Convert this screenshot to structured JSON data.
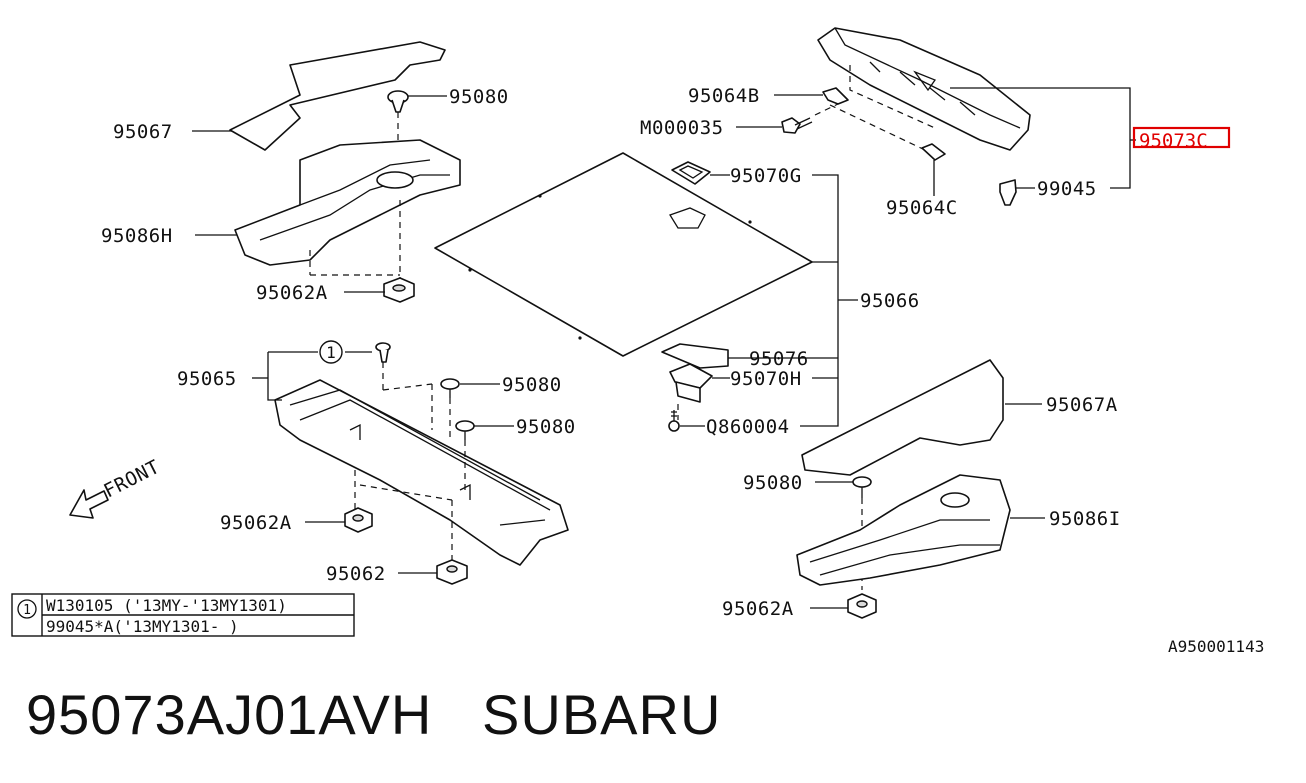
{
  "labels": {
    "p95080_a": "95080",
    "p95067": "95067",
    "p95086H": "95086H",
    "p95062A_a": "95062A",
    "p95064B": "95064B",
    "pM000035": "M000035",
    "p95073C": "95073C",
    "p99045": "99045",
    "p95064C": "95064C",
    "p95070G": "95070G",
    "p95066": "95066",
    "p95065": "95065",
    "p95080_b": "95080",
    "p95080_c": "95080",
    "p95076": "95076",
    "p95070H": "95070H",
    "pQ860004": "Q860004",
    "p95067A": "95067A",
    "p95080_d": "95080",
    "p95086I": "95086I",
    "p95062A_b": "95062A",
    "p95062": "95062",
    "p95062A_c": "95062A",
    "front": "FRONT",
    "callout_num": "1"
  },
  "legend": {
    "mark": "1",
    "row1": "W130105 ('13MY-'13MY1301)",
    "row2": "99045*A('13MY1301-   )"
  },
  "ref_code": "A950001143",
  "caption": "95073AJ01AVH   SUBARU",
  "highlight_color": "#e00000"
}
